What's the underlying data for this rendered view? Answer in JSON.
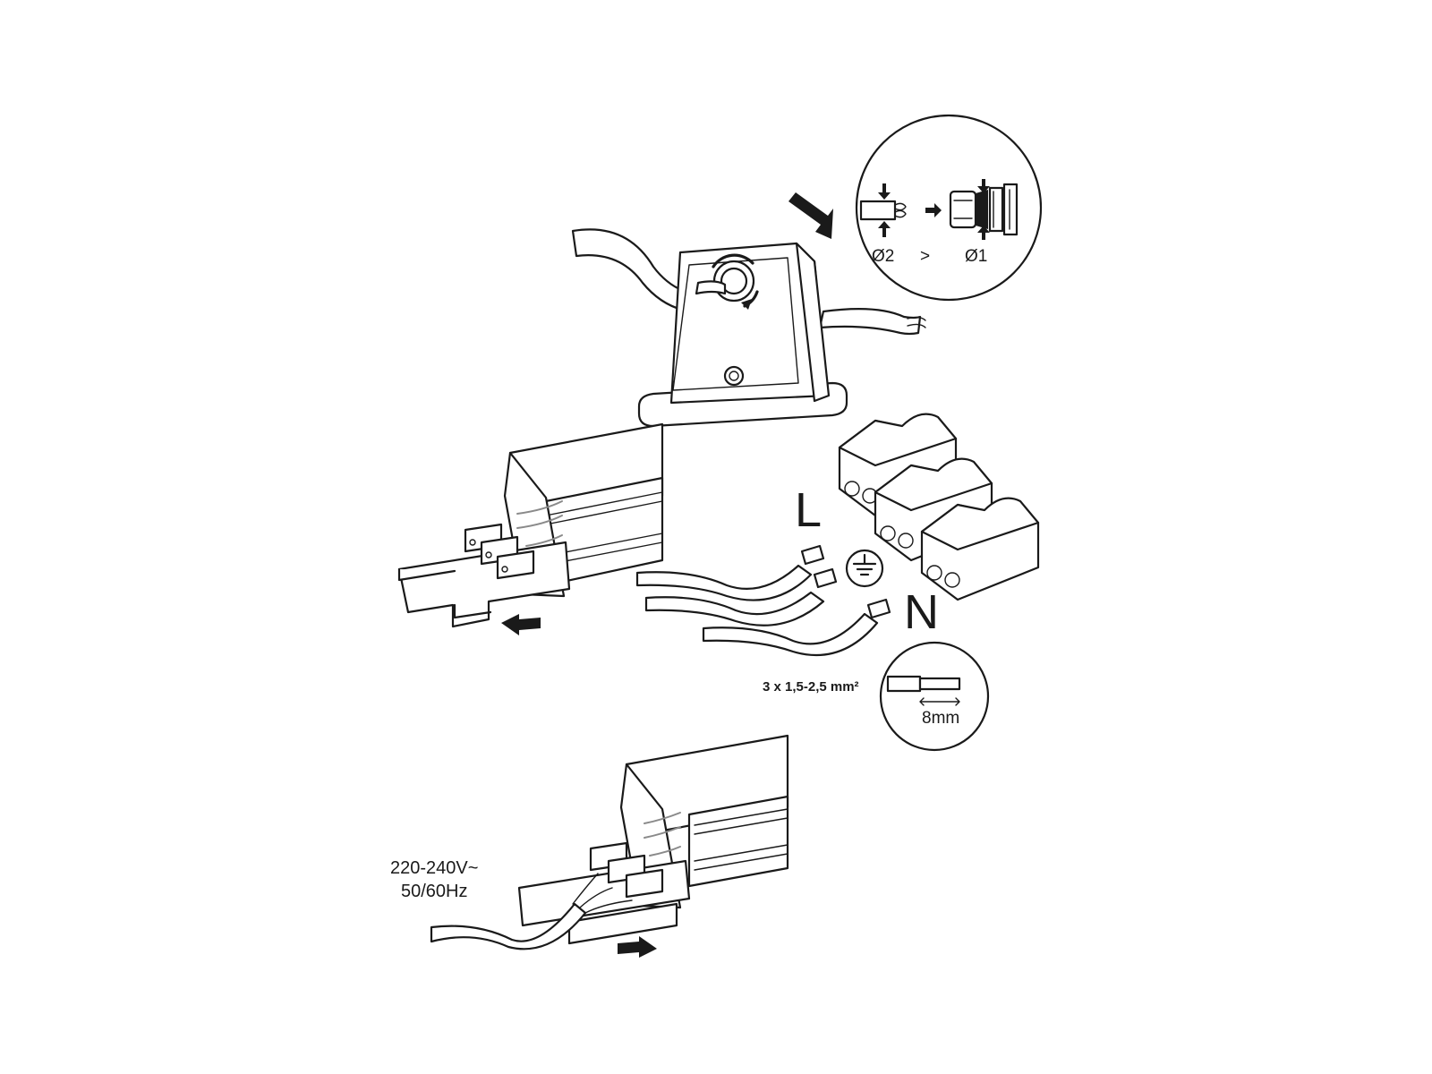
{
  "inset_gland": {
    "label_d2": "Ø2",
    "label_compare": ">",
    "label_d1": "Ø1"
  },
  "wires": {
    "label_live": "L",
    "label_neutral": "N",
    "earth_symbol": "earth-ground-icon"
  },
  "inset_strip": {
    "cross_section": "3 x 1,5-2,5 mm²",
    "strip_length": "8mm"
  },
  "supply": {
    "voltage": "220-240V~",
    "frequency": "50/60Hz"
  },
  "colors": {
    "line": "#1a1a1a",
    "inner_wire": "#8a8a8a",
    "background": "#ffffff"
  }
}
